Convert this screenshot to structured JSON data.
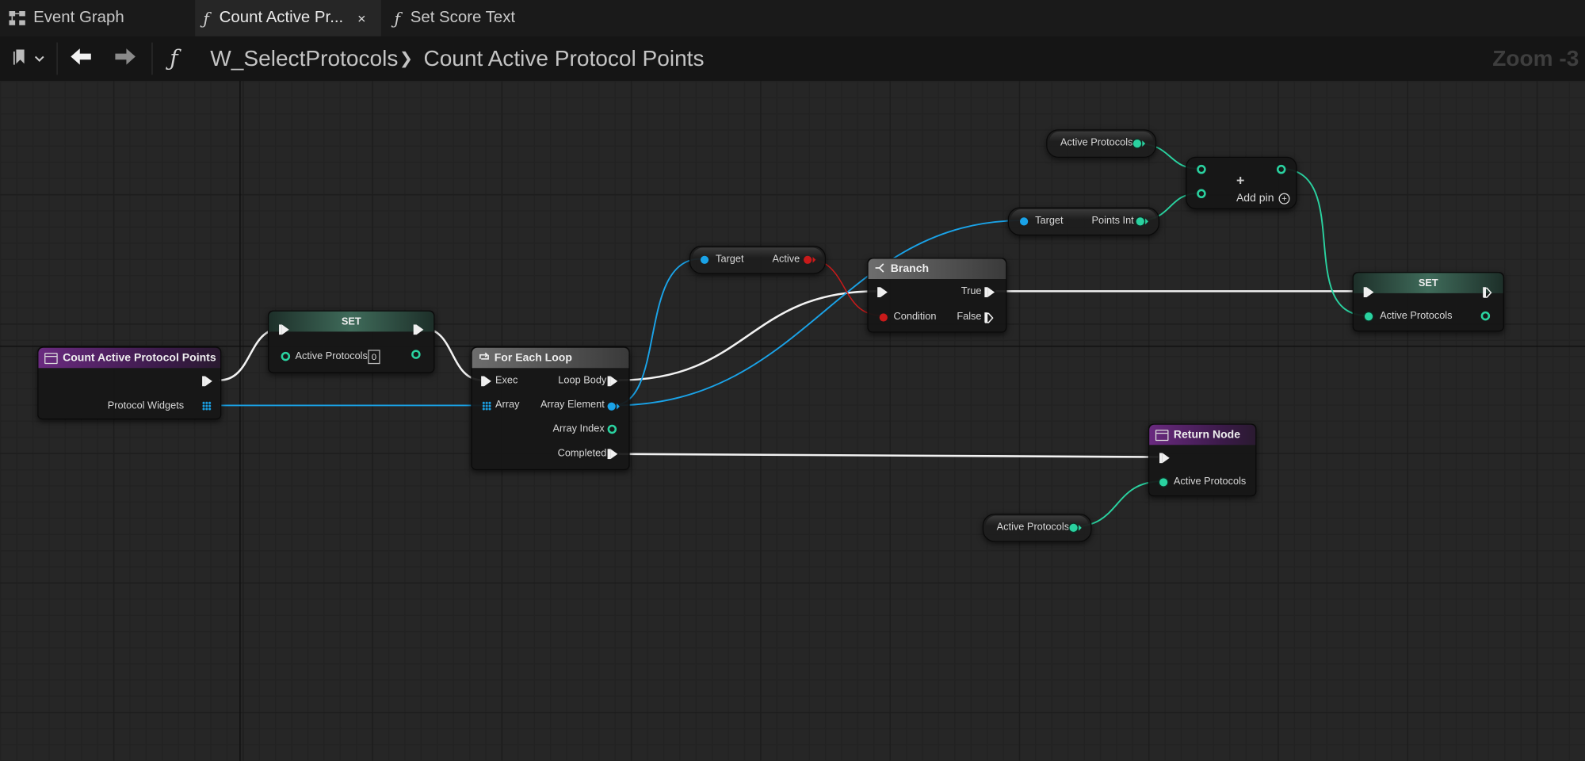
{
  "tabs": [
    {
      "label": "Event Graph",
      "icon": "event-graph-icon"
    },
    {
      "label": "Count Active Pr...",
      "icon": "function-icon",
      "close": "×"
    },
    {
      "label": "Set Score Text",
      "icon": "function-icon"
    }
  ],
  "toolbar": {
    "function_symbol": "ƒ",
    "breadcrumb": [
      "W_SelectProtocols",
      "Count Active Protocol Points"
    ],
    "breadcrumb_separator": "❯",
    "zoom": "Zoom -3"
  },
  "nodes": {
    "entry": {
      "title": "Count Active Protocol Points",
      "output": "Protocol Widgets"
    },
    "set_zero": {
      "title": "SET",
      "input_label": "Active Protocols",
      "input_value": "0"
    },
    "for_each": {
      "title": "For Each Loop",
      "exec": "Exec",
      "array": "Array",
      "loop_body": "Loop Body",
      "array_element": "Array Element",
      "array_index": "Array Index",
      "completed": "Completed"
    },
    "get_active": {
      "target": "Target",
      "active": "Active"
    },
    "branch": {
      "title": "Branch",
      "condition": "Condition",
      "true_label": "True",
      "false_label": "False"
    },
    "get_points": {
      "target": "Target",
      "points": "Points Int"
    },
    "var_active_top": {
      "label": "Active Protocols"
    },
    "add": {
      "symbol": "+",
      "add_pin": "Add pin",
      "add_pin_symbol": "+"
    },
    "set_active": {
      "title": "SET",
      "input_label": "Active Protocols"
    },
    "return": {
      "title": "Return Node",
      "input_label": "Active Protocols"
    },
    "var_active_bottom": {
      "label": "Active Protocols"
    }
  },
  "colors": {
    "exec": "#f0f0f0",
    "integer": "#2ad2a0",
    "object": "#1aa3e8",
    "boolean": "#c81a1a",
    "function_header": "#6a2a80",
    "macro_header": "#6e6e6e"
  }
}
